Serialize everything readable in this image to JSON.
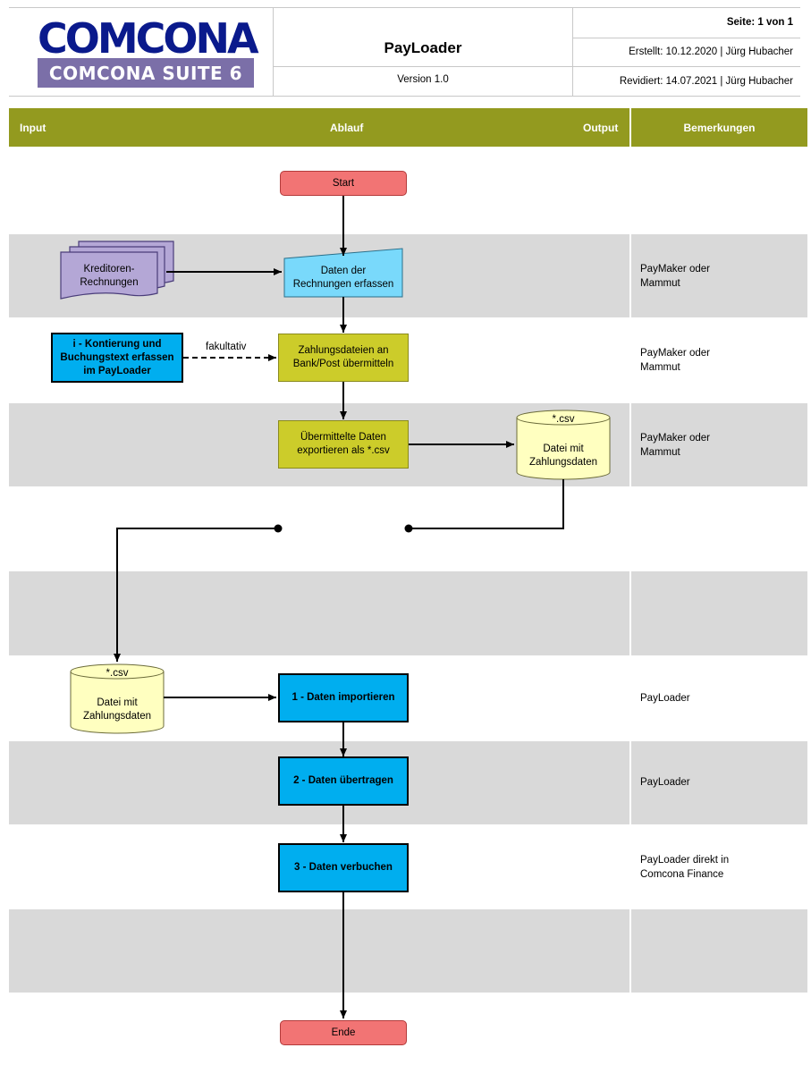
{
  "header": {
    "logo_main": "COMCONA",
    "logo_sub": "COMCONA SUITE 6",
    "title": "PayLoader",
    "version": "Version 1.0",
    "page": "Seite: 1 von 1",
    "created": "Erstellt: 10.12.2020 | Jürg Hubacher",
    "revised": "Revidiert: 14.07.2021 | Jürg Hubacher"
  },
  "columns": {
    "input": "Input",
    "flow": "Ablauf",
    "output": "Output",
    "remarks": "Bemerkungen"
  },
  "nodes": {
    "start": "Start",
    "invoices": "Kreditoren-\nRechnungen",
    "capture": "Daten der\nRechnungen erfassen",
    "optional_input": "i - Kontierung und\nBuchungstext erfassen\nim PayLoader",
    "optional_label": "fakultativ",
    "transmit": "Zahlungsdateien an\nBank/Post übermitteln",
    "export": "Übermittelte Daten\nexportieren als *.csv",
    "csv_out_ext": "*.csv",
    "csv_out_label": "Datei mit\nZahlungsdaten",
    "csv_in_ext": "*.csv",
    "csv_in_label": "Datei mit\nZahlungsdaten",
    "import": "1 - Daten importieren",
    "transfer": "2 - Daten übertragen",
    "post": "3 - Daten verbuchen",
    "end": "Ende"
  },
  "remarks": {
    "r1": "PayMaker oder\nMammut",
    "r2": "PayMaker oder\nMammut",
    "r3": "PayMaker oder\nMammut",
    "r4": "PayLoader",
    "r5": "PayLoader",
    "r6": "PayLoader direkt in\nComcona Finance"
  },
  "colors": {
    "header_bar": "#939a1f",
    "band": "#d9d9d9",
    "terminal": "#f27474",
    "process_yellow": "#cccc2a",
    "process_blue": "#00aeef",
    "manual_input": "#79d9fb",
    "document": "#b4a7d6",
    "cylinder": "#ffffc0",
    "logo_blue": "#0a1a8c",
    "logo_bar": "#7b6fa8"
  }
}
